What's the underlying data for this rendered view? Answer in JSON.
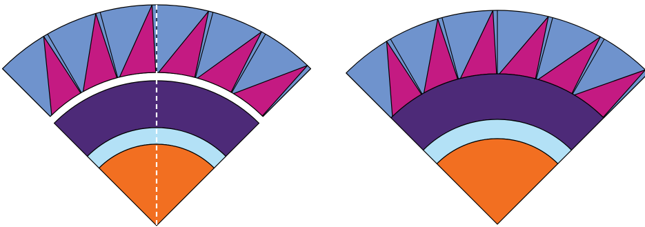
{
  "colors": {
    "background": "#ffffff",
    "outer_band": "#6f93cd",
    "spikes": "#c41a82",
    "inner_band": "#4d2a78",
    "light_band": "#b3e1f6",
    "center": "#f26f21",
    "outline": "#000000",
    "gap": "#ffffff",
    "guide_line": "#ffffff"
  },
  "diagrams": [
    {
      "id": "exploded-block",
      "description_name": "fan-block-exploded",
      "has_gap": true,
      "has_center_guide": true,
      "spike_count": 6
    },
    {
      "id": "assembled-block",
      "description_name": "fan-block-assembled",
      "has_gap": false,
      "has_center_guide": false,
      "spike_count": 6
    }
  ]
}
